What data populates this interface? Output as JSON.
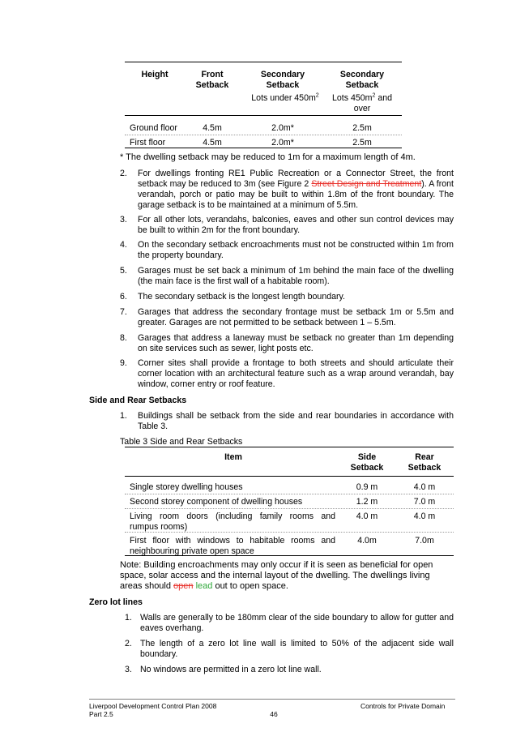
{
  "table1": {
    "headers": [
      "Height",
      "Front Setback",
      "Secondary Setback",
      "Secondary Setback"
    ],
    "sub_col3": "Lots under 450m",
    "sub_col4_a": "Lots 450m",
    "sub_col4_b": " and over",
    "sup": "2",
    "rows": [
      [
        "Ground floor",
        "4.5m",
        "2.0m*",
        "2.5m"
      ],
      [
        "First floor",
        "4.5m",
        "2.0m*",
        "2.5m"
      ]
    ]
  },
  "footnote": "* The dwelling setback may be reduced to 1m for a maximum length of 4m.",
  "list1": [
    {
      "n": "2.",
      "pre": "For dwellings fronting RE1 Public Recreation or a Connector Street, the front setback may be reduced to 3m (see Figure 2 ",
      "strike": "Street Design and Treatment",
      "post": ").  A front verandah, porch or patio may be built to within 1.8m of the front boundary. The garage setback is to be maintained at a minimum of 5.5m."
    },
    {
      "n": "3.",
      "text": "For all other lots, verandahs, balconies, eaves and other sun control devices may be built to within 2m for the front boundary."
    },
    {
      "n": "4.",
      "text": "On the secondary setback encroachments must not be constructed within 1m from the property boundary."
    },
    {
      "n": "5.",
      "text": "Garages must be set back a minimum of 1m behind the main face of the dwelling (the main face is the first wall of a habitable room)."
    },
    {
      "n": "6.",
      "text": "The secondary setback is the longest length boundary."
    },
    {
      "n": "7.",
      "text": "Garages that address the secondary frontage must be setback 1m or 5.5m and greater. Garages are not permitted to be setback between 1 – 5.5m."
    },
    {
      "n": "8.",
      "text": "Garages that address a laneway must be setback no greater than 1m depending on site services such as sewer, light posts etc."
    },
    {
      "n": "9.",
      "text": "Corner sites shall provide a frontage to both streets and should articulate their corner location with an architectural feature such as a wrap around verandah, bay window, corner entry or roof feature."
    }
  ],
  "side_rear": {
    "heading": "Side and Rear Setbacks",
    "item_n": "1.",
    "item_text": "Buildings shall be setback from the side and rear boundaries in accordance with Table 3.",
    "caption": "Table 3 Side and Rear Setbacks",
    "headers": [
      "Item",
      "Side Setback",
      "Rear Setback"
    ],
    "rows": [
      [
        "Single storey dwelling houses",
        "0.9 m",
        "4.0 m"
      ],
      [
        "Second storey component of dwelling houses",
        "1.2 m",
        "7.0 m"
      ],
      [
        "Living room doors (including family rooms and rumpus rooms)",
        "4.0 m",
        "4.0 m"
      ],
      [
        "First floor with windows to habitable rooms and neighbouring private open space",
        "4.0m",
        "7.0m"
      ]
    ],
    "note_pre": "Note: Building encroachments may only occur if it is seen as beneficial for open space, solar access and the internal layout of the dwelling. The dwellings living areas should ",
    "note_strike": "open",
    "note_insert": "lead",
    "note_post": " out to open space."
  },
  "zero": {
    "heading": "Zero lot lines",
    "items": [
      {
        "n": "1.",
        "text": "Walls are generally to be 180mm clear of the side boundary to allow for gutter and eaves overhang."
      },
      {
        "n": "2.",
        "text": "The length of a zero lot line wall is limited to 50% of the adjacent side wall boundary."
      },
      {
        "n": "3.",
        "text": "No windows are permitted in a zero lot line wall."
      }
    ]
  },
  "footer": {
    "left1": "Liverpool Development Control Plan 2008",
    "left2": "Part 2.5",
    "page": "46",
    "right": "Controls for Private Domain"
  }
}
